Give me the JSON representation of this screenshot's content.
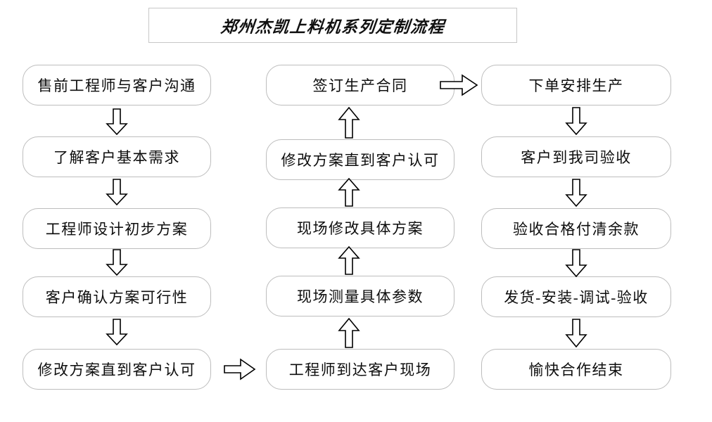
{
  "title": {
    "text": "郑州杰凯上料机系列定制流程"
  },
  "columns": {
    "left": {
      "nodes": [
        {
          "label": "售前工程师与客户沟通"
        },
        {
          "label": "了解客户基本需求"
        },
        {
          "label": "工程师设计初步方案"
        },
        {
          "label": "客户确认方案可行性"
        },
        {
          "label": "修改方案直到客户认可"
        }
      ]
    },
    "middle": {
      "nodes": [
        {
          "label": "签订生产合同"
        },
        {
          "label": "修改方案直到客户认可"
        },
        {
          "label": "现场修改具体方案"
        },
        {
          "label": "现场测量具体参数"
        },
        {
          "label": "工程师到达客户现场"
        }
      ]
    },
    "right": {
      "nodes": [
        {
          "label": "下单安排生产"
        },
        {
          "label": "客户到我司验收"
        },
        {
          "label": "验收合格付清余款"
        },
        {
          "label": "发货-安装-调试-验收"
        },
        {
          "label": "愉快合作结束"
        }
      ]
    }
  },
  "arrows": {
    "left_down_1": {
      "direction": "down"
    },
    "left_down_2": {
      "direction": "down"
    },
    "left_down_3": {
      "direction": "down"
    },
    "left_down_4": {
      "direction": "down"
    },
    "left_to_middle": {
      "direction": "right"
    },
    "middle_up_1": {
      "direction": "up"
    },
    "middle_up_2": {
      "direction": "up"
    },
    "middle_up_3": {
      "direction": "up"
    },
    "middle_up_4": {
      "direction": "up"
    },
    "middle_to_right": {
      "direction": "right"
    },
    "right_down_1": {
      "direction": "down"
    },
    "right_down_2": {
      "direction": "down"
    },
    "right_down_3": {
      "direction": "down"
    },
    "right_down_4": {
      "direction": "down"
    }
  },
  "colors": {
    "node_border": "#bdbdbd",
    "title_border": "#c7c7c7",
    "arrow_stroke": "#000000",
    "background": "#ffffff",
    "text": "#0d0d0d"
  }
}
